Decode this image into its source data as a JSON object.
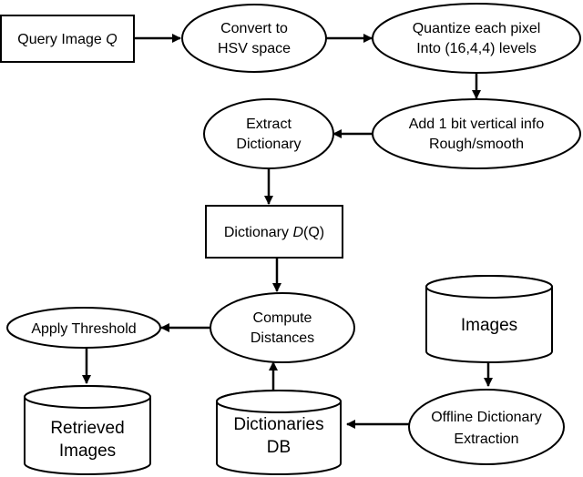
{
  "nodes": {
    "query_image": {
      "label": "Query Image ",
      "var": "Q"
    },
    "convert_hsv": {
      "line1": "Convert to",
      "line2": "HSV space"
    },
    "quantize": {
      "line1": "Quantize each pixel",
      "line2": "Into (16,4,4) levels"
    },
    "add_bit": {
      "line1": "Add 1 bit vertical info",
      "line2": "Rough/smooth"
    },
    "extract_dict": {
      "line1": "Extract",
      "line2": "Dictionary"
    },
    "dictionary_dq": {
      "label": "Dictionary ",
      "var": "D",
      "rest": "(Q)"
    },
    "compute_dist": {
      "line1": "Compute",
      "line2": "Distances"
    },
    "apply_threshold": {
      "label": "Apply Threshold"
    },
    "images_db": {
      "label": "Images"
    },
    "retrieved_images": {
      "line1": "Retrieved",
      "line2": "Images"
    },
    "dictionaries_db": {
      "line1": "Dictionaries",
      "line2": "DB"
    },
    "offline_extraction": {
      "line1": "Offline Dictionary",
      "line2": "Extraction"
    }
  }
}
